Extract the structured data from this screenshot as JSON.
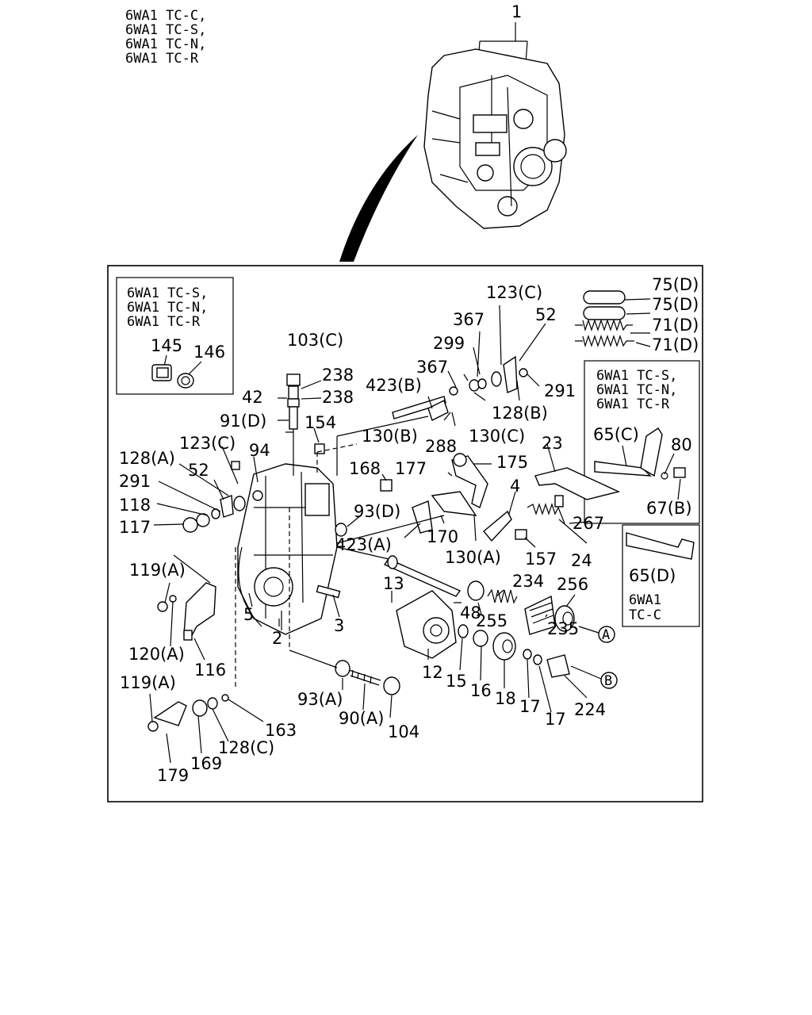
{
  "header": {
    "model_lines": [
      "6WA1  TC-C,",
      "6WA1  TC-S,",
      "6WA1  TC-N,",
      "6WA1  TC-R"
    ]
  },
  "inset_left": {
    "model_lines": [
      "6WA1  TC-S,",
      "6WA1  TC-N,",
      "6WA1  TC-R"
    ],
    "labels": [
      "145",
      "146"
    ]
  },
  "inset_right_top": {
    "model_lines": [
      "6WA1  TC-S,",
      "6WA1  TC-N,",
      "6WA1  TC-R"
    ],
    "labels": [
      "65(C)",
      "80",
      "67(B)"
    ]
  },
  "inset_right_bottom": {
    "model_lines": [
      "6WA1",
      "TC-C"
    ],
    "labels": [
      "65(D)"
    ]
  },
  "callouts": {
    "top_pump": "1",
    "c103C": "103(C)",
    "c238a": "238",
    "c42": "42",
    "c238b": "238",
    "c91D": "91(D)",
    "c154": "154",
    "c123Ca": "123(C)",
    "c367a": "367",
    "c52a": "52",
    "c299": "299",
    "c367b": "367",
    "c291a": "291",
    "c423B": "423(B)",
    "c128B": "128(B)",
    "c130B": "130(B)",
    "c130C": "130(C)",
    "c288": "288",
    "c75Da": "75(D)",
    "c75Db": "75(D)",
    "c71Da": "71(D)",
    "c71Db": "71(D)",
    "c123Cb": "123(C)",
    "c94": "94",
    "c128A": "128(A)",
    "c52b": "52",
    "c291b": "291",
    "c118": "118",
    "c117": "117",
    "c168": "168",
    "c177": "177",
    "c175": "175",
    "c23": "23",
    "c93D": "93(D)",
    "c4": "4",
    "c170": "170",
    "c423A": "423(A)",
    "c130A": "130(A)",
    "c157": "157",
    "c267": "267",
    "c24": "24",
    "c119Aa": "119(A)",
    "c120A": "120(A)",
    "c116": "116",
    "c5": "5",
    "c2": "2",
    "c3": "3",
    "c13": "13",
    "c48": "48",
    "c234": "234",
    "c256": "256",
    "c255": "255",
    "c235": "235",
    "c12": "12",
    "c15": "15",
    "c16": "16",
    "c18": "18",
    "c17a": "17",
    "c17b": "17",
    "c224": "224",
    "c93A": "93(A)",
    "c90A": "90(A)",
    "c104": "104",
    "c119Ab": "119(A)",
    "c179": "179",
    "c169": "169",
    "c128C": "128(C)",
    "c163": "163",
    "circleA": "A",
    "circleB": "B"
  }
}
